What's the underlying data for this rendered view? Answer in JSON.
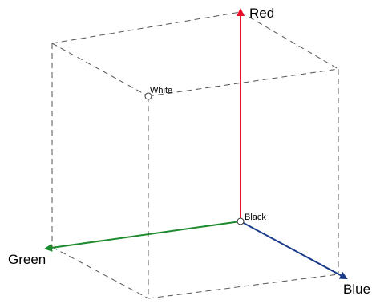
{
  "axes": {
    "red": {
      "label": "Red",
      "color": "#e8102a"
    },
    "green": {
      "label": "Green",
      "color": "#1e8a2e"
    },
    "blue": {
      "label": "Blue",
      "color": "#1a3a8a"
    }
  },
  "points": {
    "black": {
      "label": "Black"
    },
    "white": {
      "label": "White"
    }
  },
  "edge_color": "#555555"
}
